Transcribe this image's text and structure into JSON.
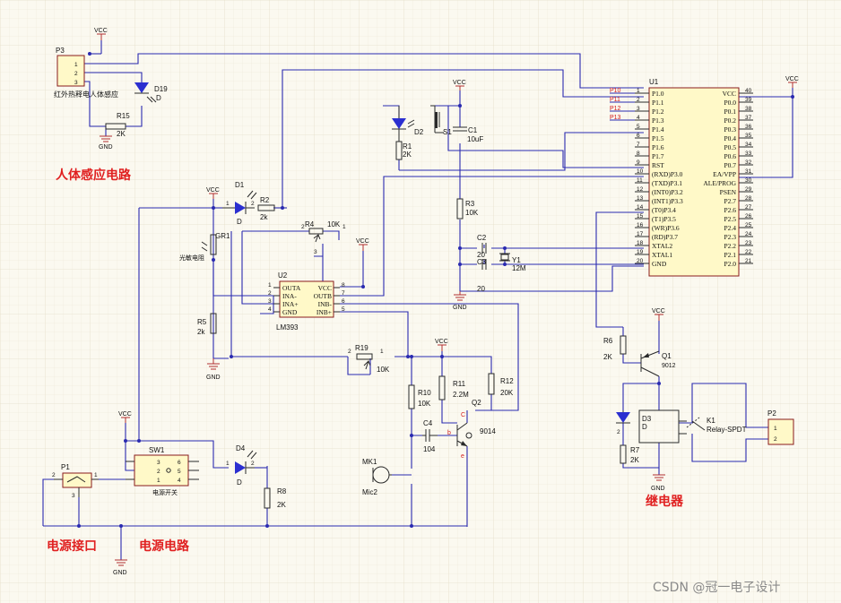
{
  "power": {
    "vcc": "VCC",
    "gnd": "GND"
  },
  "section_titles": {
    "human_sensor": "人体感应电路",
    "power_jack": "电源接口",
    "power_circuit": "电源电路",
    "relay": "继电器"
  },
  "watermark": "CSDN @冠一电子设计",
  "mcu": {
    "ref": "U1",
    "left_pins": [
      "P1.0",
      "P1.1",
      "P1.2",
      "P1.3",
      "P1.4",
      "P1.5",
      "P1.6",
      "P1.7",
      "RST",
      "(RXD)P3.0",
      "(TXD)P3.1",
      "(INT0)P3.2",
      "(INT1)P3.3",
      "(T0)P3.4",
      "(T1)P3.5",
      "(WR)P3.6",
      "(RD)P3.7",
      "XTAL2",
      "XTAL1",
      "GND"
    ],
    "left_nums": [
      "1",
      "2",
      "3",
      "4",
      "5",
      "6",
      "7",
      "8",
      "9",
      "10",
      "11",
      "12",
      "13",
      "14",
      "15",
      "16",
      "17",
      "18",
      "19",
      "20"
    ],
    "right_pins": [
      "VCC",
      "P0.0",
      "P0.1",
      "P0.2",
      "P0.3",
      "P0.4",
      "P0.5",
      "P0.6",
      "P0.7",
      "EA/VPP",
      "ALE/PROG",
      "PSEN",
      "P2.7",
      "P2.6",
      "P2.5",
      "P2.4",
      "P2.3",
      "P2.2",
      "P2.1",
      "P2.0"
    ],
    "right_nums": [
      "40",
      "39",
      "38",
      "37",
      "36",
      "35",
      "34",
      "33",
      "32",
      "31",
      "30",
      "29",
      "28",
      "27",
      "26",
      "25",
      "24",
      "23",
      "22",
      "21"
    ],
    "net_labels": [
      "P10",
      "P11",
      "P12",
      "P13"
    ]
  },
  "comparator": {
    "ref": "U2",
    "name": "LM393",
    "left_pins": [
      "OUTA",
      "INA-",
      "INA+",
      "GND"
    ],
    "left_nums": [
      "1",
      "2",
      "3",
      "4"
    ],
    "right_pins": [
      "VCC",
      "OUTB",
      "INB-",
      "INB+"
    ],
    "right_nums": [
      "8",
      "7",
      "6",
      "5"
    ]
  },
  "pir": {
    "ref": "P3",
    "pins": [
      "1",
      "2",
      "3"
    ],
    "label": "红外热释电人体感应"
  },
  "components": {
    "d19": {
      "ref": "D19",
      "val": "D"
    },
    "r15": {
      "ref": "R15",
      "val": "2K"
    },
    "d2": {
      "ref": "D2"
    },
    "s1": {
      "ref": "S1"
    },
    "c1": {
      "ref": "C1",
      "val": "10uF"
    },
    "r1": {
      "ref": "R1",
      "val": "2K"
    },
    "r3": {
      "ref": "R3",
      "val": "10K"
    },
    "c2": {
      "ref": "C2",
      "val": "20"
    },
    "c3": {
      "ref": "C3",
      "val": "20"
    },
    "y1": {
      "ref": "Y1",
      "val": "12M"
    },
    "d1": {
      "ref": "D1",
      "val": "D"
    },
    "r2": {
      "ref": "R2",
      "val": "2k"
    },
    "r4": {
      "ref": "R4",
      "val": "10K"
    },
    "gr1": {
      "ref": "GR1",
      "val": "光敏电阻"
    },
    "r5": {
      "ref": "R5",
      "val": "2k"
    },
    "r19": {
      "ref": "R19",
      "val": "10K"
    },
    "r10": {
      "ref": "R10",
      "val": "10K"
    },
    "r11": {
      "ref": "R11",
      "val": "2.2M"
    },
    "r12": {
      "ref": "R12",
      "val": "20K"
    },
    "q2": {
      "ref": "Q2",
      "val": "9014"
    },
    "c4": {
      "ref": "C4",
      "val": "104"
    },
    "mk1": {
      "ref": "MK1",
      "val": "Mic2"
    },
    "r6": {
      "ref": "R6",
      "val": "2K"
    },
    "q1": {
      "ref": "Q1",
      "val": "9012"
    },
    "d3": {
      "ref": "D3",
      "val": "D"
    },
    "r7": {
      "ref": "R7",
      "val": "2K"
    },
    "k1": {
      "ref": "K1",
      "val": "Relay-SPDT"
    },
    "p2": {
      "ref": "P2",
      "pins": [
        "1",
        "2"
      ]
    },
    "sw1": {
      "ref": "SW1",
      "val": "电源开关",
      "pins": [
        "3",
        "2",
        "1",
        "6",
        "5",
        "4"
      ]
    },
    "d4": {
      "ref": "D4",
      "val": "D"
    },
    "r8": {
      "ref": "R8",
      "val": "2K"
    },
    "p1": {
      "ref": "P1",
      "pins": [
        "2",
        "1",
        "3"
      ]
    }
  }
}
